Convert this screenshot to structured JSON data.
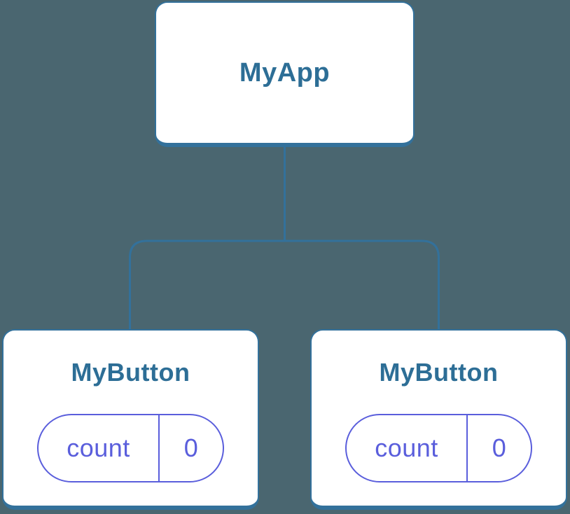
{
  "canvas": {
    "background": "#4A6670"
  },
  "palette": {
    "node_fill": "#FFFFFF",
    "node_border_blue": "#33719B",
    "heading_text_blue": "#2D6E96",
    "connector_blue": "#33719B",
    "state_purple": "#5A5EDC"
  },
  "tree": {
    "description": "Component tree: root node with two child nodes, each child holding a state badge",
    "root": {
      "label": "MyApp"
    },
    "children": [
      {
        "label": "MyButton",
        "state_badge": {
          "key": "count",
          "value": "0"
        }
      },
      {
        "label": "MyButton",
        "state_badge": {
          "key": "count",
          "value": "0"
        }
      }
    ]
  }
}
